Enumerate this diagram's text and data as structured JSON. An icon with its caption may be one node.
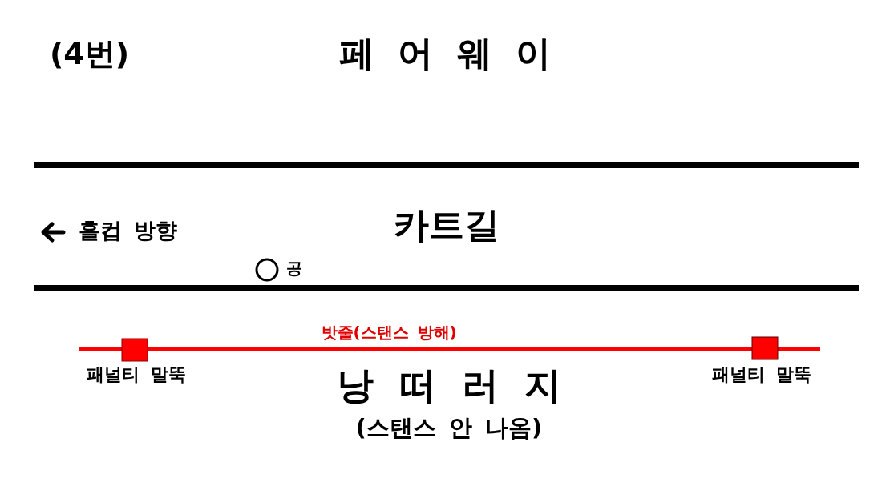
{
  "diagram": {
    "title": "(4번)",
    "labels": [
      "페 어 웨 이",
      "홀컵 방향",
      "카트길",
      "공",
      "밧줄(스탠스 방해)",
      "패널티 말뚝",
      "낭 떠 러 지",
      "패널티 말뚝",
      "(스탠스 안 나옴)"
    ]
  }
}
